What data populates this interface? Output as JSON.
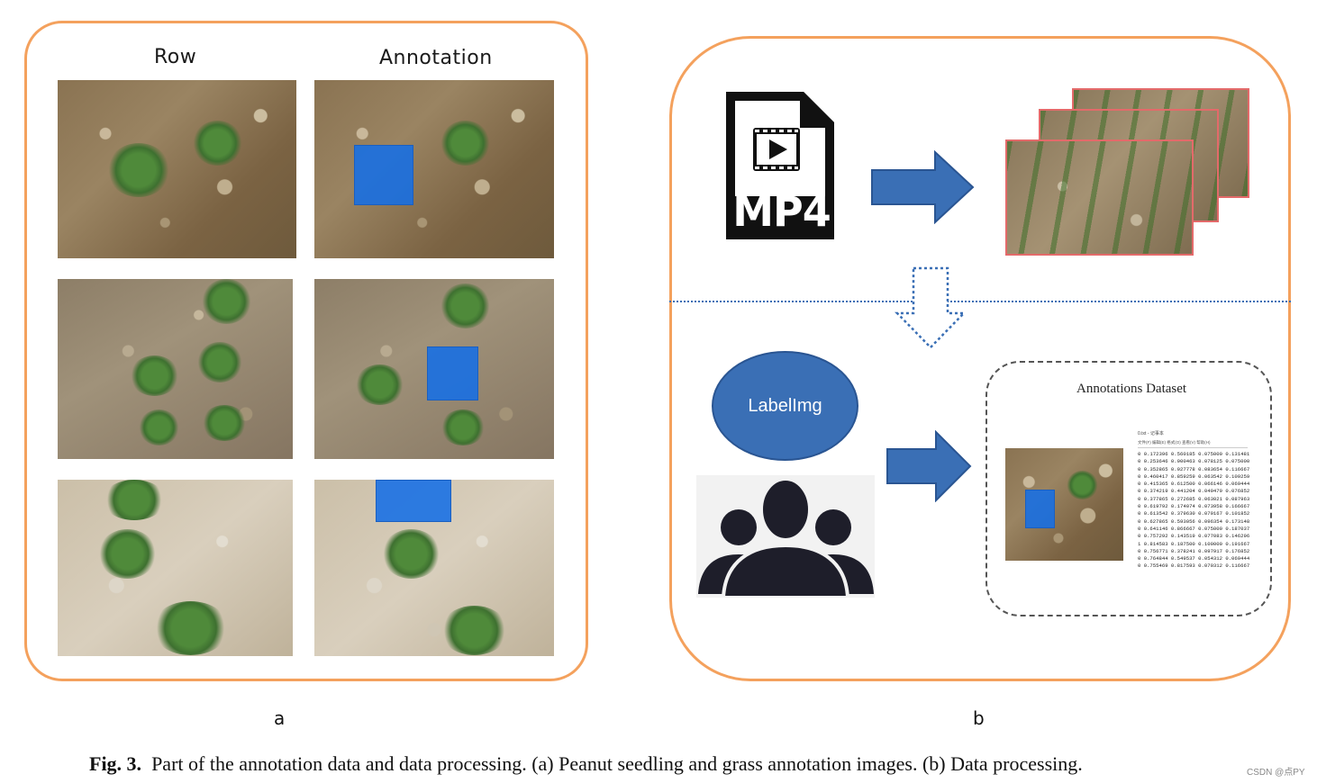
{
  "panel_a": {
    "headers": {
      "row": "Row",
      "annotation": "Annotation"
    },
    "letter": "a"
  },
  "panel_b": {
    "file_icon_text": "MP4",
    "tool_label": "LabelImg",
    "dataset_title": "Annotations Dataset",
    "txt_window_title": "0.txt - 记事本",
    "txt_menu": "文件(F)   编辑(E)   格式(O)   查看(V)   帮助(H)",
    "txt_lines": [
      "0 0.172396 0.560185 0.075000 0.131481",
      "0 0.253646 0.900463 0.078125 0.075000",
      "0 0.352865 0.927778 0.083654 0.116667",
      "0 0.460417 0.859259 0.063542 0.109259",
      "0 0.415365 0.612500 0.066146 0.069444",
      "0 0.374219 0.441204 0.049479 0.076852",
      "0 0.377865 0.272685 0.063021 0.087963",
      "0 0.619792 0.174074 0.073958 0.166667",
      "0 0.613542 0.379630 0.079167 0.101852",
      "0 0.627865 0.593056 0.096354 0.173148",
      "0 0.641146 0.866667 0.075000 0.187037",
      "0 0.757292 0.143519 0.077083 0.146296",
      "1 0.814583 0.187500 0.100000 0.191667",
      "0 0.756771 0.378241 0.097917 0.176852",
      "0 0.764844 0.549537 0.054312 0.069444",
      "0 0.755469 0.817593 0.070312 0.116667"
    ],
    "letter": "b"
  },
  "caption": {
    "label": "Fig. 3.",
    "text": "Part of the annotation data and data processing. (a) Peanut seedling and grass annotation images. (b) Data processing."
  },
  "watermark": "CSDN @点PY",
  "colors": {
    "panel_border": "#f4a15d",
    "arrow": "#3a6fb5",
    "annotation_box": "#1670e6"
  }
}
